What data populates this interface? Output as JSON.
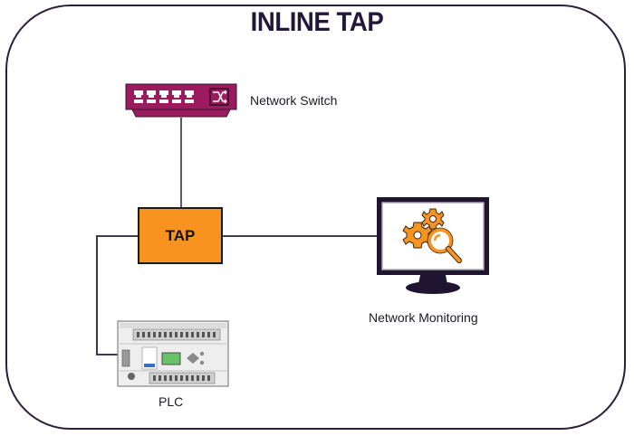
{
  "title": "INLINE TAP",
  "colors": {
    "frame": "#2a1f3d",
    "switch": "#9c1b5e",
    "tap": "#f7931e",
    "monitor": "#1f1530",
    "gear": "#f7931e",
    "wire": "#2a1f3d"
  },
  "nodes": {
    "network_switch": {
      "label": "Network Switch",
      "icon": "network-switch-icon"
    },
    "tap": {
      "label": "TAP"
    },
    "network_monitoring": {
      "label": "Network Monitoring",
      "icon": "monitor-gears-magnifier-icon"
    },
    "plc": {
      "label": "PLC",
      "icon": "plc-controller-icon"
    }
  },
  "connections": [
    {
      "from": "network_switch",
      "to": "tap"
    },
    {
      "from": "tap",
      "to": "network_monitoring"
    },
    {
      "from": "tap",
      "to": "plc"
    }
  ]
}
